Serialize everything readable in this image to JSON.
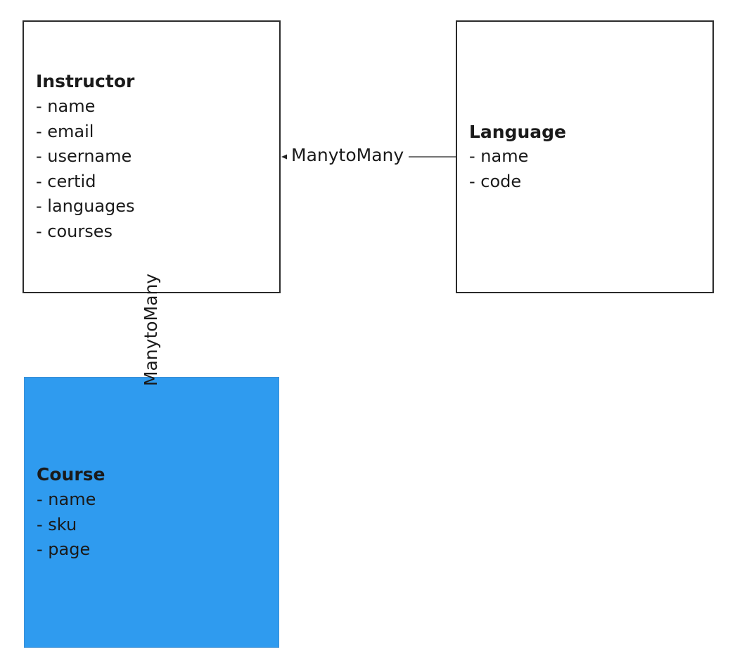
{
  "entities": {
    "instructor": {
      "title": "Instructor",
      "fields": [
        "- name",
        "- email",
        "- username",
        "- certid",
        "- languages",
        "- courses"
      ]
    },
    "language": {
      "title": "Language",
      "fields": [
        "- name",
        "- code"
      ]
    },
    "course": {
      "title": "Course",
      "fields": [
        "- name",
        "- sku",
        "- page"
      ]
    }
  },
  "relationships": {
    "instructor_language": {
      "label": "ManytoMany"
    },
    "instructor_course": {
      "label": "ManytoMany"
    }
  },
  "colors": {
    "course_fill": "#2f9bef",
    "box_border": "#2b2b2b",
    "text": "#1a1a1a"
  }
}
